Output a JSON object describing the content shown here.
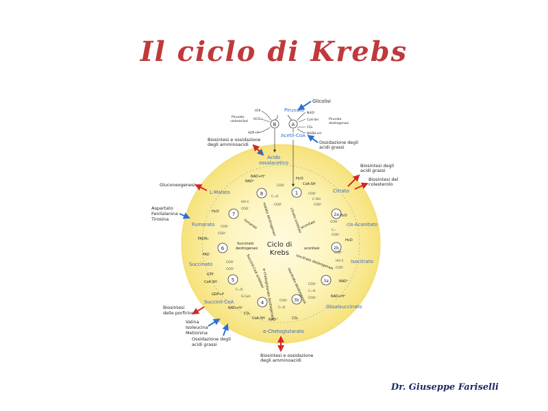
{
  "slide": {
    "title": "Il ciclo di Krebs",
    "author": "Dr. Giuseppe Fariselli"
  },
  "diagram": {
    "center": {
      "line1": "Ciclo di",
      "line2": "Krebs"
    },
    "compounds": {
      "piruvato": "Piruvato",
      "acetil_coa": "Acetil-CoA",
      "acido_ossalacetico_1": "Acido",
      "acido_ossalacetico_2": "ossalacetico",
      "citrato": "Citrato",
      "cis_aconitato": "cis-Aconitato",
      "isocitrato": "Isocitrato",
      "ossalsuccinato": "Ossalsuccinato",
      "chetoglutarato": "α-Chetoglutarato",
      "succinil_coa": "Succinil-CoA",
      "succinato": "Succinato",
      "fumarato": "Fumarato",
      "l_malato": "L-Malato"
    },
    "steps": [
      "1",
      "2a",
      "2b",
      "3a",
      "3b",
      "4",
      "5",
      "6",
      "7",
      "8",
      "A",
      "B"
    ],
    "enzymes": {
      "citrato_sintetasi": "citrato sintetasi",
      "aconitasi_1": "aconitasi",
      "aconitasi_2": "aconitasi",
      "isocitrato_deidrogenasi_1": "isocitrato deidrogenasi",
      "isocitrato_deidrogenasi_2": "isocitrato deidrogenasi",
      "chetoglutarato_deidrogenasi": "α-chetoglutarato deidrogenasi",
      "succinil_coa_sintetasi": "Succinil-CoA sintetasi",
      "succinato_deidrogenasi_1": "Succinato",
      "succinato_deidrogenasi_2": "deidrogenasi",
      "fumarasi": "fumarasi",
      "malato_deidrogenasi": "malato deidrogenasi"
    },
    "cofactors": {
      "h2o_1": "H₂O",
      "coa_sh_1": "CoA-SH",
      "h2o_2": "H₂O",
      "h2o_3": "H₂O",
      "nad_1": "NAD⁺",
      "nadh_1": "NAD+H⁺",
      "co2_1": "CO₂",
      "nadh_2": "NAD+H⁺",
      "co2_2": "CO₂",
      "coa_sh_2": "CoA-SH",
      "nad_2": "NAD⁺",
      "gdp": "GDP+P",
      "coa_sh_3": "CoA-SH",
      "gtp": "GTP",
      "fadh2": "FADH₂",
      "fad": "FAD",
      "h2o_4": "H₂O",
      "nad_3": "NAD⁺",
      "nadh_3": "NAD+H⁺"
    },
    "side_reactions": {
      "atp": "ATP",
      "hco3": "HCO₃⁻",
      "adp": "ADP+P",
      "piruvato_carbossilasi_1": "Piruvato",
      "piruvato_carbossilasi_2": "carbossilasi",
      "nad": "NAD⁺",
      "coa_sh": "CoA-SH",
      "co2": "CO₂",
      "nadh": "NADH+H⁺",
      "piruvato_deidrogenasi_1": "Piruvato",
      "piruvato_deidrogenasi_2": "deidrogenasi"
    },
    "pathways": {
      "glicolisi": "Glicolisi",
      "biosintesi_aa_1": "Biosintesi e ossidazione",
      "biosintesi_aa_2": "degli amminoacidi",
      "ossidazione_ag_1": "Ossidazione degli",
      "ossidazione_ag_2": "acidi grassi",
      "biosintesi_ag_1": "Biosintesi degli",
      "biosintesi_ag_2": "acidi grassi",
      "biosintesi_col_1": "Biosintesi del",
      "biosintesi_col_2": "colesterolo",
      "gluconeogenesi": "Gluconeogenesi",
      "aromatici_1": "Aspartato",
      "aromatici_2": "Fenilalanina",
      "aromatici_3": "Tirosina",
      "porfirine_1": "Biosintesi",
      "porfirine_2": "delle porfirine",
      "val_1": "Valina",
      "val_2": "Isoleucina",
      "val_3": "Metionina",
      "ossidazione_ag2_1": "Ossidazione degli",
      "ossidazione_ag2_2": "acidi grassi",
      "biosintesi_aa2_1": "Biosintesi e ossidazione",
      "biosintesi_aa2_2": "degli amminoacidi"
    },
    "colors": {
      "disk": "#fbf3b8",
      "disk_edge": "#f3df6e",
      "compound": "#3566c8",
      "arrow_in": "#2d6fd6",
      "arrow_out": "#d42828",
      "title": "#c0393b",
      "author": "#1f2a66"
    }
  }
}
